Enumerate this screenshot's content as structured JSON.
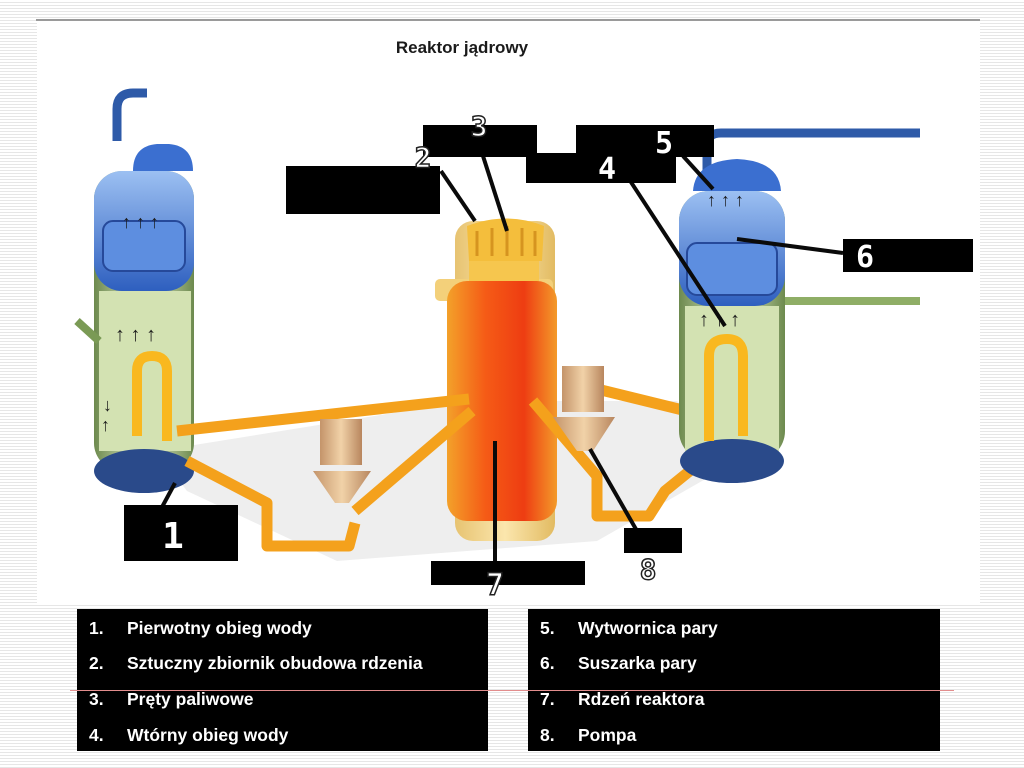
{
  "title": "Reaktor jądrowy",
  "callouts": {
    "n1": "1",
    "n2": "2",
    "n3": "3",
    "n4": "4",
    "n5": "5",
    "n6": "6",
    "n7": "7",
    "n8": "8"
  },
  "legend": {
    "left": [
      {
        "num": "1.",
        "text": "Pierwotny obieg wody"
      },
      {
        "num": "2.",
        "text": "Sztuczny zbiornik obudowa rdzenia"
      },
      {
        "num": "3.",
        "text": "Pręty paliwowe"
      },
      {
        "num": "4.",
        "text": "Wtórny obieg wody"
      }
    ],
    "right": [
      {
        "num": "5.",
        "text": "Wytwornica pary"
      },
      {
        "num": "6.",
        "text": "Suszarka pary"
      },
      {
        "num": "7.",
        "text": "Rdzeń reaktora"
      },
      {
        "num": "8.",
        "text": "Pompa"
      }
    ]
  },
  "colors": {
    "reactor_orange": "#f0561e",
    "reactor_yellow": "#f7d98c",
    "pipe_yellow": "#f9b81f",
    "steam_blue": "#3b6fd0",
    "water_green": "#c8d9a8",
    "label_black": "#000000"
  }
}
